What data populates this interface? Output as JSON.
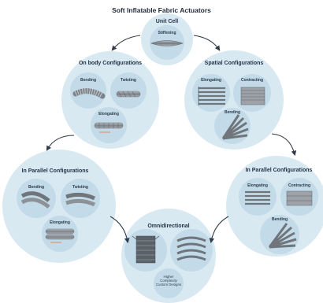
{
  "title": "Soft Inflatable Fabric Actuators",
  "unit_cell": {
    "title": "Unit Cell",
    "stiffening": "Stiffening"
  },
  "on_body": {
    "title": "On body Configurations",
    "bending": "Bending",
    "twisting": "Twisting",
    "elongating": "Elongating"
  },
  "spatial": {
    "title": "Spatial Configurations",
    "elongating": "Elongating",
    "contracting": "Contracting",
    "bending": "Bending"
  },
  "parallel_left": {
    "title": "In Parallel Configurations",
    "bending": "Bending",
    "twisting": "Twisting",
    "elongating": "Elongating"
  },
  "parallel_right": {
    "title": "In Parallel Configurations",
    "elongating": "Elongating",
    "contracting": "Contracting",
    "bending": "Bending"
  },
  "omni": {
    "title": "Omnidirectional",
    "note_line1": "Higher",
    "note_line2": "Complexity",
    "note_line3": "Custom Designs"
  },
  "colors": {
    "big_circle": "#d8e9f2",
    "small_circle": "#c3dbe8",
    "arrow": "#2f3b48",
    "fabric": "#8c9298",
    "accent": "#e07a3a"
  }
}
